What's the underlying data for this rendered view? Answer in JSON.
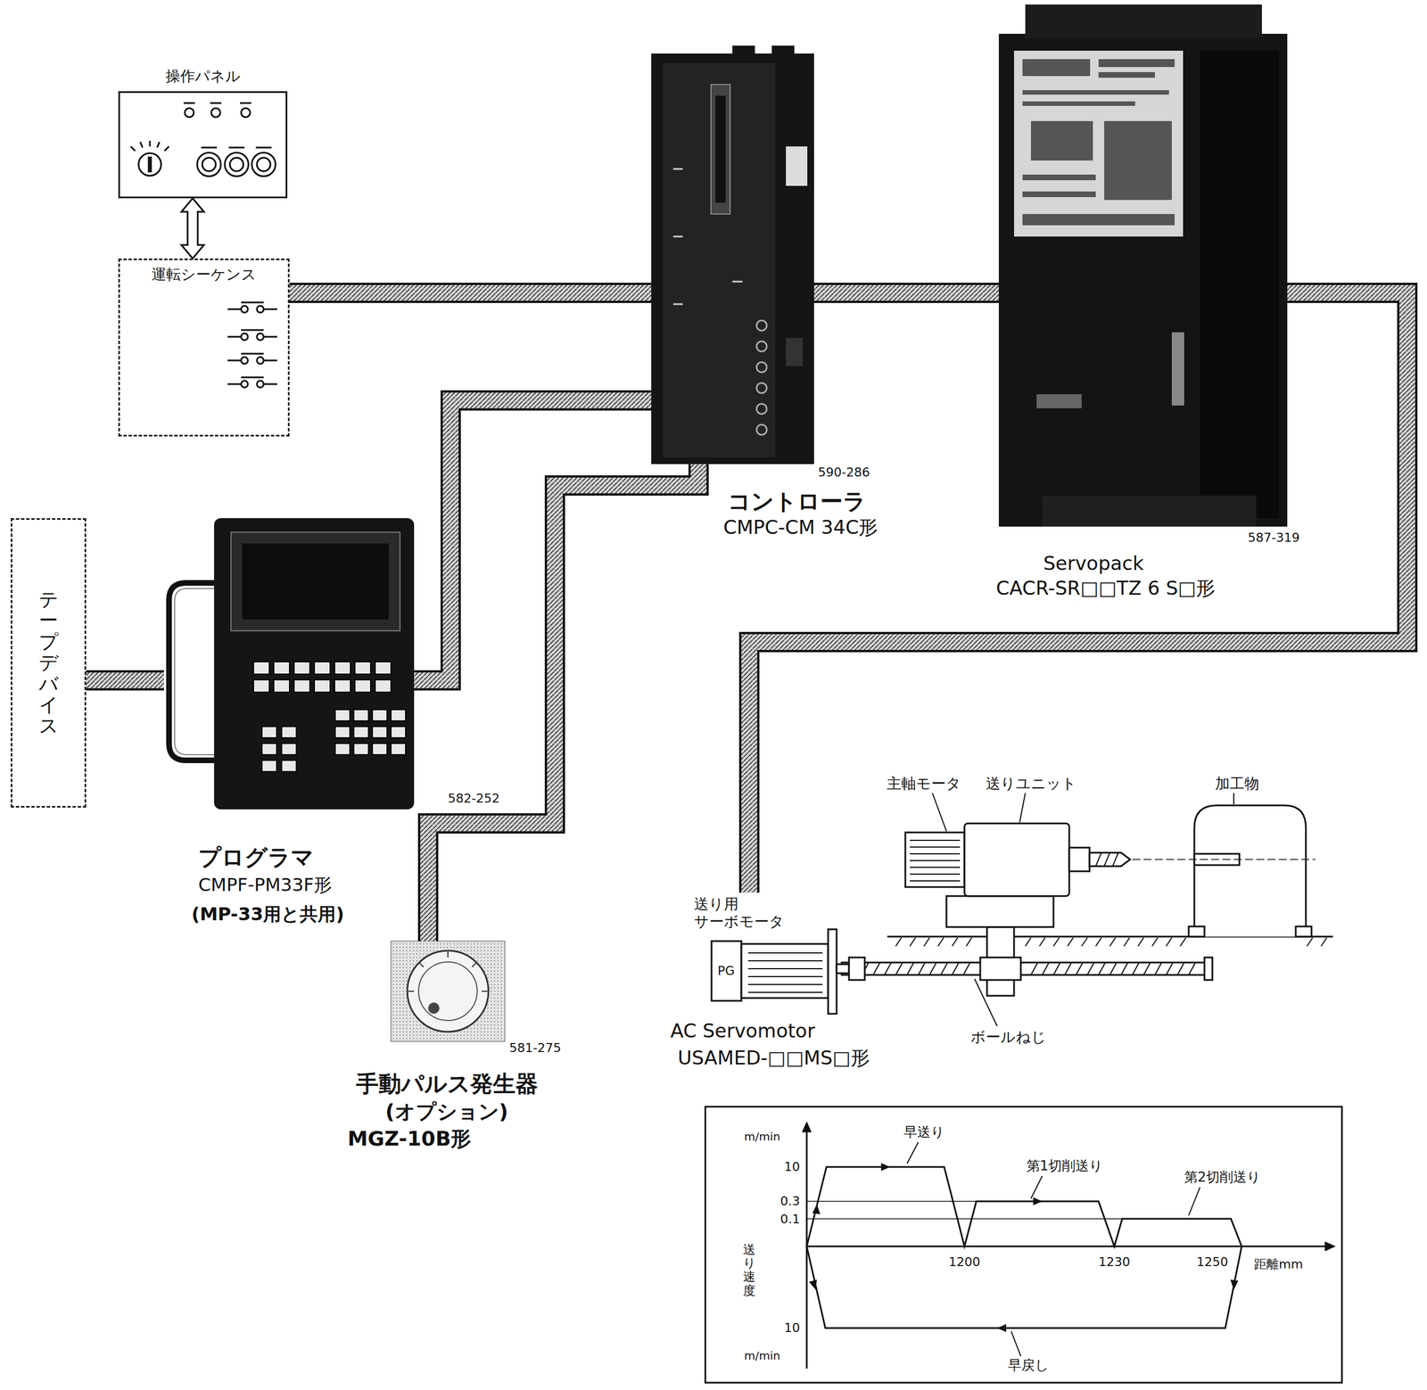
{
  "diagram": {
    "nodes": [
      {
        "text": [
          "操作パネル"
        ]
      },
      {
        "text": [
          "運転シーケンス"
        ]
      },
      {
        "text": [
          "590-286",
          "コントローラ",
          "CMPC-CM 34C形"
        ]
      },
      {
        "text": [
          "587-319",
          "Servopack",
          "CACR-SR□□TZ 6 S□形"
        ]
      },
      {
        "text": [
          "テープデバイス"
        ]
      },
      {
        "text": [
          "582-252",
          "プログラマ",
          "CMPF-PM33F形",
          "(MP-33用と共用)"
        ]
      },
      {
        "text": [
          "581-275",
          "手動パルス発生器",
          "(オプション)",
          "MGZ-10B形"
        ]
      },
      {
        "text": [
          "送り用 サーボモータ",
          "PG",
          "AC Servomotor",
          "USAMED-□□MS□形"
        ]
      }
    ],
    "edges": [
      {
        "from": 0,
        "to": 1,
        "arrow": "both"
      },
      {
        "from": 1,
        "to": 2,
        "arrow": "none"
      },
      {
        "from": 2,
        "to": 3,
        "arrow": "none"
      },
      {
        "from": 3,
        "to": 7,
        "arrow": "none"
      },
      {
        "from": 2,
        "to": 5,
        "arrow": "none"
      },
      {
        "from": 4,
        "to": 5,
        "arrow": "none"
      },
      {
        "from": 2,
        "to": 6,
        "arrow": "none"
      }
    ],
    "labels": [
      "主軸モータ",
      "送りユニット",
      "加工物",
      "ボールねじ",
      "m/min",
      "10",
      "0.3",
      "0.1",
      "送り速度",
      "10",
      "m/min",
      "早送り",
      "第1切削送り",
      "第2切削送り",
      "1200",
      "1230",
      "1250",
      "距離mm",
      "早戻し"
    ]
  }
}
